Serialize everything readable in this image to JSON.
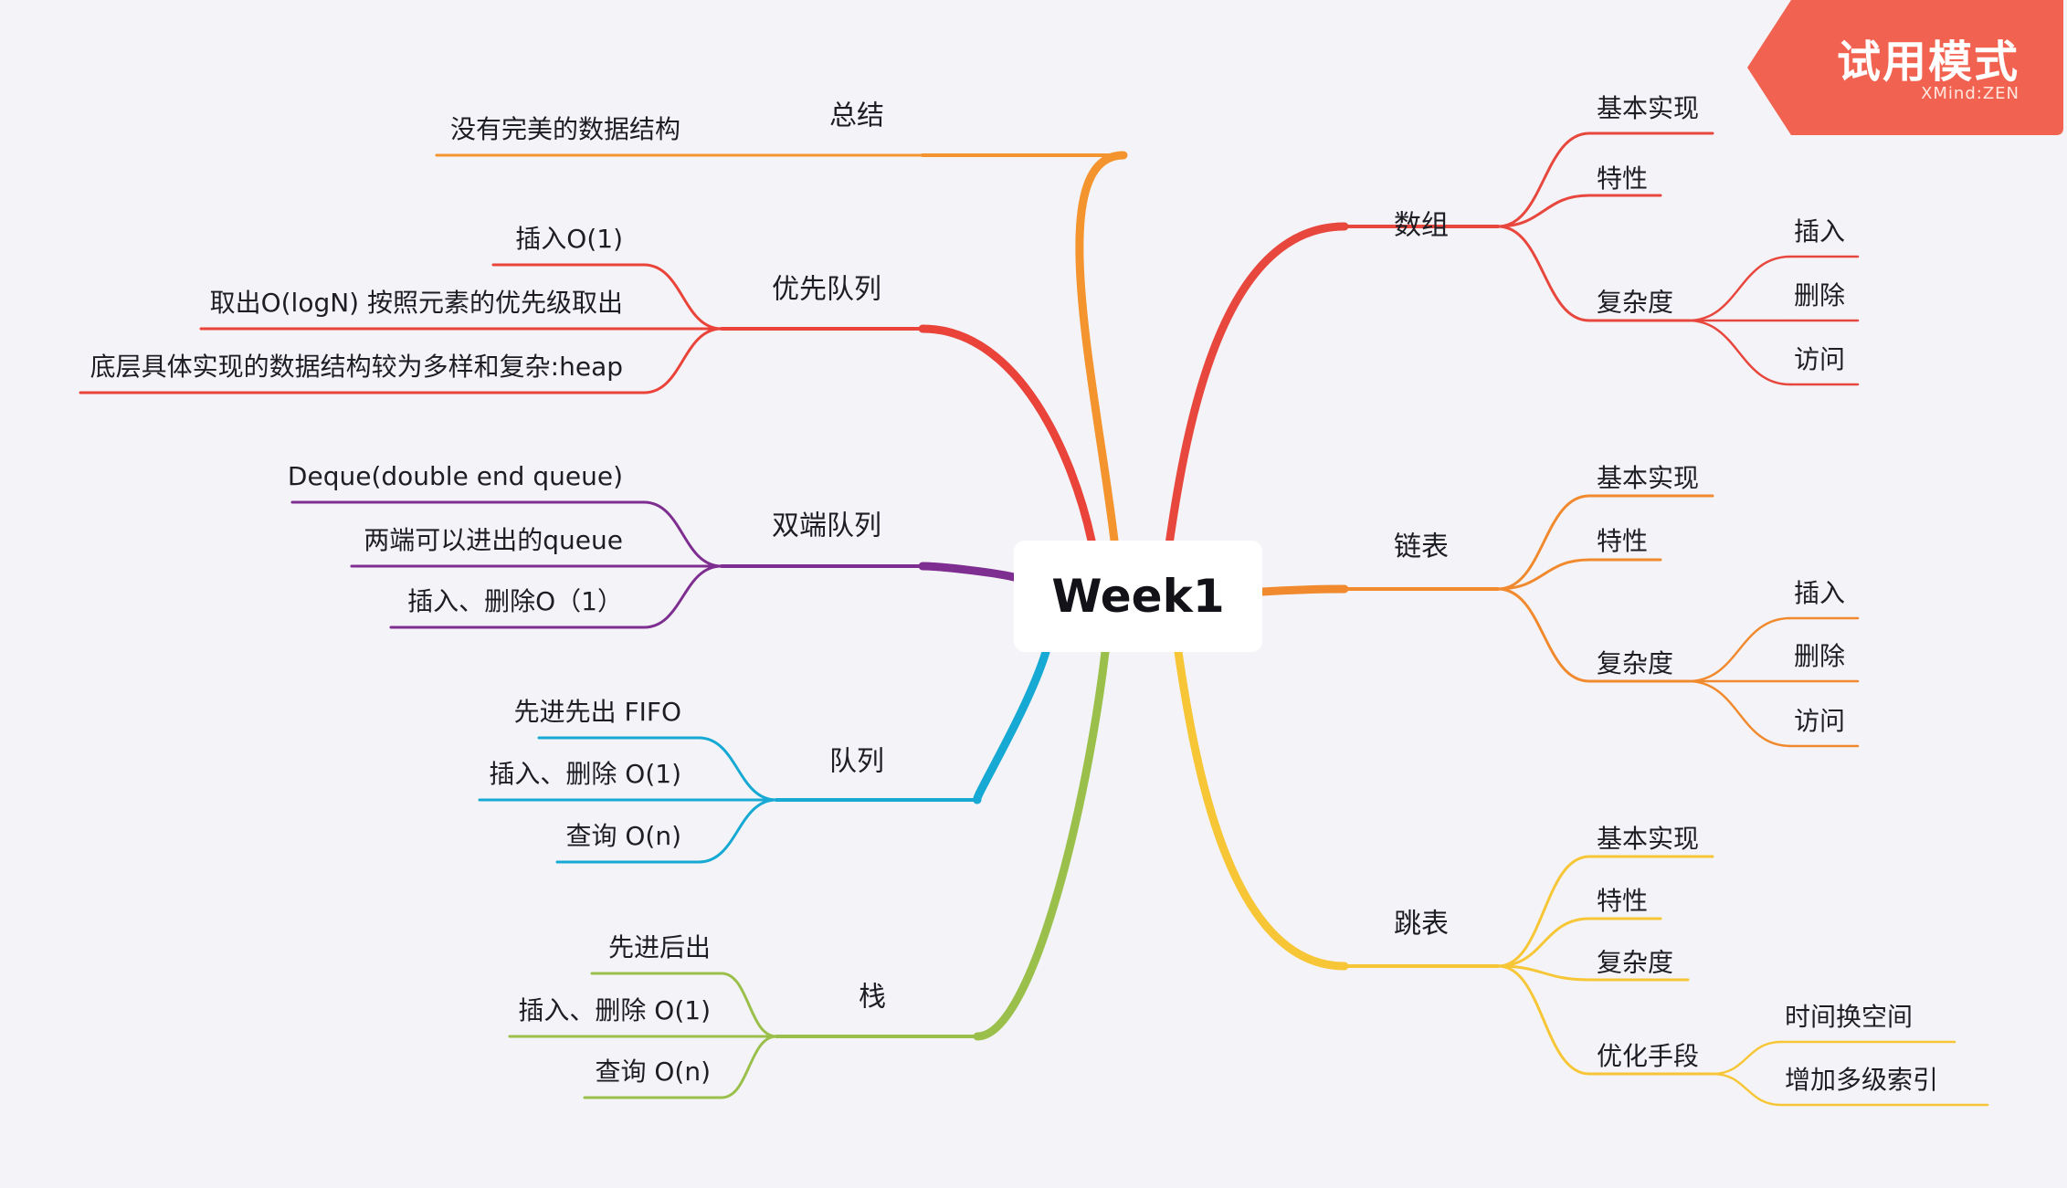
{
  "root": "Week1",
  "watermark": {
    "title": "试用模式",
    "brand": "XMind:ZEN"
  },
  "branches": [
    {
      "label": "数组",
      "color": "#e8473e",
      "children": [
        {
          "label": "基本实现"
        },
        {
          "label": "特性"
        },
        {
          "label": "复杂度",
          "children": [
            {
              "label": "插入"
            },
            {
              "label": "删除"
            },
            {
              "label": "访问"
            }
          ]
        }
      ]
    },
    {
      "label": "链表",
      "color": "#f18a2e",
      "children": [
        {
          "label": "基本实现"
        },
        {
          "label": "特性"
        },
        {
          "label": "复杂度",
          "children": [
            {
              "label": "插入"
            },
            {
              "label": "删除"
            },
            {
              "label": "访问"
            }
          ]
        }
      ]
    },
    {
      "label": "跳表",
      "color": "#f7c636",
      "children": [
        {
          "label": "基本实现"
        },
        {
          "label": "特性"
        },
        {
          "label": "复杂度"
        },
        {
          "label": "优化手段",
          "children": [
            {
              "label": "时间换空间"
            },
            {
              "label": "增加多级索引"
            }
          ]
        }
      ]
    },
    {
      "label": "总结",
      "color": "#f3942f",
      "children": [
        {
          "label": "没有完美的数据结构"
        }
      ]
    },
    {
      "label": "优先队列",
      "color": "#e9433a",
      "children": [
        {
          "label": "插入O(1)"
        },
        {
          "label": "取出O(logN) 按照元素的优先级取出"
        },
        {
          "label": "底层具体实现的数据结构较为多样和复杂:heap"
        }
      ]
    },
    {
      "label": "双端队列",
      "color": "#7e2e90",
      "children": [
        {
          "label": "Deque(double end queue)"
        },
        {
          "label": "两端可以进出的queue"
        },
        {
          "label": "插入、删除O（1）"
        }
      ]
    },
    {
      "label": "队列",
      "color": "#16a9d3",
      "children": [
        {
          "label": "先进先出 FIFO"
        },
        {
          "label": "插入、删除 O(1)"
        },
        {
          "label": "查询 O(n)"
        }
      ]
    },
    {
      "label": "栈",
      "color": "#9ac04b",
      "children": [
        {
          "label": "先进后出"
        },
        {
          "label": "插入、删除 O(1)"
        },
        {
          "label": "查询 O(n)"
        }
      ]
    }
  ]
}
